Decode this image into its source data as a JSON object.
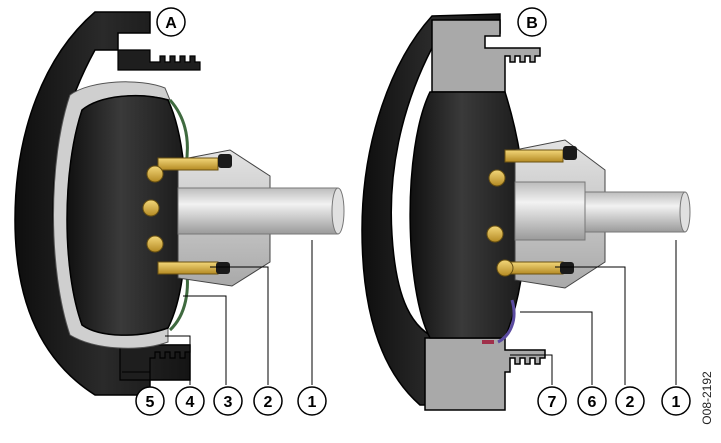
{
  "figure": {
    "reference_code": "O08-2192",
    "panels": [
      {
        "id": "A",
        "label": "A",
        "callouts": [
          "5",
          "4",
          "3",
          "2",
          "1"
        ]
      },
      {
        "id": "B",
        "label": "B",
        "callouts": [
          "7",
          "6",
          "2",
          "1"
        ]
      }
    ]
  },
  "colors": {
    "housing": "#1c1c1c",
    "drum": "#262626",
    "metal": "#cfcfcf",
    "terminal": "#d9b54a",
    "shaft": "#d6d6d6",
    "outline": "#000000",
    "seal_b": "#5a4aa0"
  }
}
